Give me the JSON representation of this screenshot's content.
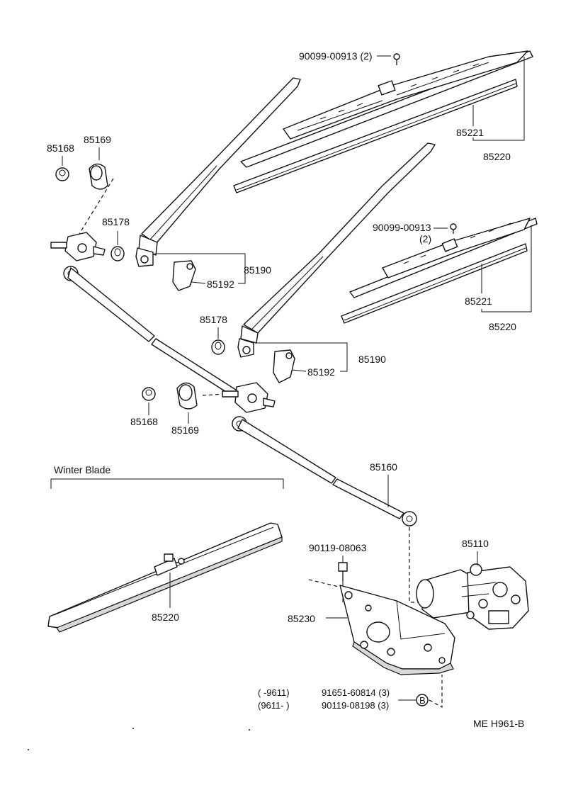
{
  "labels": {
    "screw_top": "90099-00913 (2)",
    "blade_rubber_top": "85221",
    "blade_top": "85220",
    "cap_left": "85168",
    "cover_left": "85169",
    "bushing_top": "85178",
    "screw_mid_line1": "90099-00913",
    "screw_mid_line2": "(2)",
    "arm_top": "85190",
    "spacer_top": "85192",
    "blade_rubber_mid": "85221",
    "blade_mid": "85220",
    "bushing_mid": "85178",
    "arm_mid": "85190",
    "spacer_mid": "85192",
    "cap_mid": "85168",
    "cover_mid": "85169",
    "link": "85160",
    "winter_blade_title": "Winter Blade",
    "winter_blade_part": "85220",
    "bolt_motor": "90119-08063",
    "motor": "85110",
    "bracket": "85230",
    "bolt_row1_range": "(        -9611)",
    "bolt_row1_part": "91651-60814 (3)",
    "bolt_row2_range": "(9611-        )",
    "bolt_row2_part": "90119-08198 (3)",
    "bolt_glyph": "B",
    "figure_code": "ME  H961-B"
  }
}
